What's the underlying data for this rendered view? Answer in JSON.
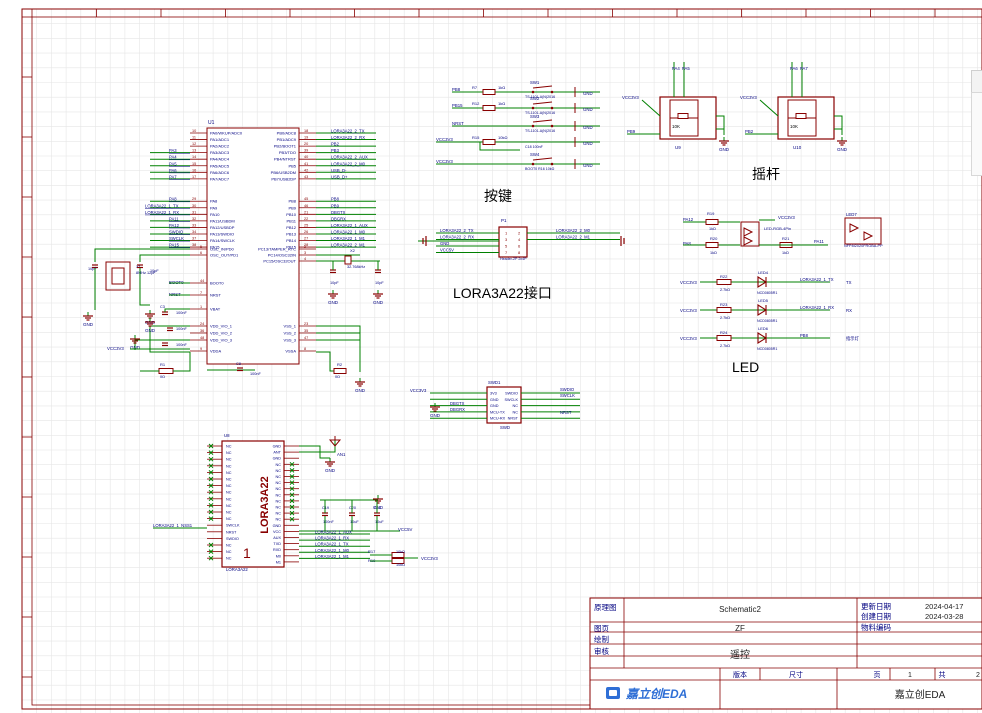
{
  "colors": {
    "wire": "#008000",
    "pin": "#880000",
    "part": "#880000",
    "label": "#000080",
    "text": "#000080",
    "frame": "#880000",
    "grid": "#e6e6e6"
  },
  "sections": {
    "buttons": "按键",
    "joystick": "摇杆",
    "interface": "LORA3A22接口",
    "led": "LED"
  },
  "mcu": {
    "ref": "U1",
    "left_pins": [
      {
        "n": "10",
        "name": "PA0/WKUP/ADC0"
      },
      {
        "n": "11",
        "name": "PA1/ADC1"
      },
      {
        "n": "12",
        "name": "PA2/ADC2"
      },
      {
        "n": "13",
        "name": "PA3/ADC3"
      },
      {
        "n": "14",
        "name": "PA4/ADC4"
      },
      {
        "n": "15",
        "name": "PA5/ADC5"
      },
      {
        "n": "16",
        "name": "PA6/ADC6"
      },
      {
        "n": "17",
        "name": "PA7/ADC7"
      },
      {
        "n": "29",
        "name": "PA8"
      },
      {
        "n": "30",
        "name": "PA9"
      },
      {
        "n": "31",
        "name": "PA10"
      },
      {
        "n": "32",
        "name": "PA11/USBDM"
      },
      {
        "n": "33",
        "name": "PA12/USBDP"
      },
      {
        "n": "34",
        "name": "PA13/SWDIO"
      },
      {
        "n": "37",
        "name": "PA14/SWCLK"
      },
      {
        "n": "38",
        "name": "PA15"
      }
    ],
    "right_pins": [
      {
        "n": "18",
        "name": "PB0/ADC8"
      },
      {
        "n": "19",
        "name": "PB1/ADC9"
      },
      {
        "n": "20",
        "name": "PB2/BOOT1"
      },
      {
        "n": "39",
        "name": "PB3/TDO"
      },
      {
        "n": "40",
        "name": "PB4/NTRST"
      },
      {
        "n": "41",
        "name": "PB5"
      },
      {
        "n": "42",
        "name": "PB6/USB2DM"
      },
      {
        "n": "43",
        "name": "PB7/USB2DP"
      },
      {
        "n": "45",
        "name": "PB8"
      },
      {
        "n": "46",
        "name": "PB9"
      },
      {
        "n": "21",
        "name": "PB10"
      },
      {
        "n": "22",
        "name": "PB11"
      },
      {
        "n": "25",
        "name": "PB12"
      },
      {
        "n": "26",
        "name": "PB13"
      },
      {
        "n": "27",
        "name": "PB14"
      },
      {
        "n": "28",
        "name": "PB15"
      }
    ],
    "lower_left": [
      {
        "n": "5",
        "name": "OSC_IN/PD0"
      },
      {
        "n": "6",
        "name": "OSC_OUT/PD1"
      },
      {
        "n": "44",
        "name": "BOOT0"
      },
      {
        "n": "7",
        "name": "NRST"
      },
      {
        "n": "1",
        "name": "VBAT"
      },
      {
        "n": "24",
        "name": "VDD_VIO_1"
      },
      {
        "n": "36",
        "name": "VDD_VIO_2"
      },
      {
        "n": "48",
        "name": "VDD_VIO_3"
      },
      {
        "n": "9",
        "name": "VDDA"
      }
    ],
    "lower_right": [
      {
        "n": "2",
        "name": "PC13/TAMPER_RTC"
      },
      {
        "n": "3",
        "name": "PC14/OSC32IN"
      },
      {
        "n": "4",
        "name": "PC15/OSC32OUT"
      },
      {
        "n": "23",
        "name": "VSS_1"
      },
      {
        "n": "35",
        "name": "VSS_2"
      },
      {
        "n": "47",
        "name": "VSS_3"
      },
      {
        "n": "8",
        "name": "VSSA"
      }
    ],
    "left_nets": [
      "",
      "",
      "",
      "PA3",
      "PA4",
      "PA5",
      "PA6",
      "PA7",
      "PA8",
      "LORA3A22_1_TX",
      "LORA3A22_1_RX",
      "PA11",
      "PA12",
      "SWDIO",
      "SWCLK",
      "PA15"
    ],
    "right_nets": [
      "LORA3A22_2_TX",
      "LORA3A22_2_RX",
      "PB2",
      "PB3",
      "LORA3A22_2_AUX",
      "LORA3A22_2_M0",
      "USB_D-",
      "USB_D+",
      "PB8",
      "PB9",
      "DBGTX",
      "DBGRX",
      "LORA3A22_1_AUX",
      "LORA3A22_1_M0",
      "LORA3A22_1_M1",
      "LORA3A22_2_M1"
    ],
    "misc_labels": [
      "BOOT0",
      "NRST",
      "VCC3V3",
      "GND",
      "X1",
      "8MHz",
      "X2",
      "32.768kHz",
      "C1",
      "C2",
      "C3",
      "C4",
      "C5",
      "C6",
      "C7",
      "C8",
      "R1",
      "R2",
      "10pF",
      "100nF",
      "1uF",
      "GND"
    ]
  },
  "buttons": {
    "rows": [
      {
        "net": "PB8",
        "r": "R7",
        "rv": "1kΩ",
        "sw": "SW1",
        "part": "TS-1101-A(N)2016"
      },
      {
        "net": "PB15",
        "r": "R12",
        "rv": "1kΩ",
        "sw": "SW2",
        "part": "TS-1101-A(N)2016"
      },
      {
        "net": "NRST",
        "r": "",
        "rv": "",
        "sw": "SW3",
        "part": "TS-1101-A(N)2016"
      },
      {
        "net": "VCC3V3",
        "r": "R15",
        "rv": "10kΩ",
        "sw": "",
        "part": "C18 100nF"
      },
      {
        "net": "VCC3V3",
        "r": "",
        "rv": "",
        "sw": "SW4",
        "part": "BOOT0 R16 10kΩ"
      }
    ],
    "gnd": "GND"
  },
  "joysticks": [
    {
      "ref": "U9",
      "nets": [
        "PA4",
        "PA5"
      ],
      "vcc": "VCC3V3",
      "net2": "PB9",
      "value": "10K",
      "gnd": "GND"
    },
    {
      "ref": "U10",
      "nets": [
        "PA6",
        "PA7"
      ],
      "vcc": "VCC3V3",
      "net2": "PB2",
      "value": "10K",
      "gnd": "GND"
    }
  ],
  "header": {
    "ref": "P1",
    "part": "Header-2P 2x4P",
    "left_nets": [
      "LORA3A22_2_TX",
      "LORA3A22_2_RX",
      "GND",
      "VCC5V"
    ],
    "right_nets": [
      "LORA3A22_2_M0",
      "LORA3A22_2_M1"
    ],
    "pins_left": [
      "1",
      "3",
      "5",
      "7"
    ],
    "pins_right": [
      "2",
      "4",
      "6",
      "8"
    ]
  },
  "leds": {
    "rgb": {
      "r1": "R19",
      "rv1": "1kΩ",
      "r2": "R20",
      "rv2": "1kΩ",
      "r3": "R21",
      "rv3": "1kΩ",
      "led": "LED-RGB-4Pin",
      "net1": "PA12",
      "net2": "PA8",
      "net3": "PA11",
      "vcc": "VCC3V3"
    },
    "led7": {
      "ref": "LED7",
      "part": "NFP8I2020FRGBA-PP"
    },
    "status": [
      {
        "vcc": "VCC3V3",
        "r": "R22",
        "rv": "2.7kΩ",
        "led": "LED4",
        "part": "NCD0805R1",
        "net": "LORA3A22_1_TX",
        "label": "TX"
      },
      {
        "vcc": "VCC3V3",
        "r": "R23",
        "rv": "2.7kΩ",
        "led": "LED5",
        "part": "NCD0805R1",
        "net": "LORA3A22_1_RX",
        "label": "RX"
      },
      {
        "vcc": "VCC3V3",
        "r": "R24",
        "rv": "2.7kΩ",
        "led": "LED6",
        "part": "NCD0805R1",
        "net": "PB8",
        "label": "指示灯"
      }
    ]
  },
  "swd": {
    "ref": "SWD1",
    "pins": [
      "3V3",
      "GND",
      "GND",
      "MCU-TX",
      "MCU-RX"
    ],
    "right": [
      "SWDIO",
      "SWCLK",
      "NC",
      "NC",
      "NRST"
    ],
    "nets": [
      "SWDIO",
      "SWCLK",
      "NRST"
    ],
    "left_nets": [
      "VCC3V3",
      "DBGTX",
      "DBGRX"
    ],
    "label": "SWD"
  },
  "lora": {
    "ref": "U8",
    "title": "LORA3A22",
    "part": "LORA3A22",
    "index": "1",
    "left": [
      "NC",
      "NC",
      "NC",
      "NC",
      "NC",
      "NC",
      "NC",
      "NC",
      "NC",
      "NC",
      "NC",
      "NC",
      "SWCLK",
      "NRST",
      "SWDIO",
      "NC",
      "NC",
      "NC"
    ],
    "right": [
      "GND",
      "ANT",
      "GND",
      "NC",
      "NC",
      "NC",
      "NC",
      "NC",
      "NC",
      "NC",
      "NC",
      "NC",
      "NC",
      "GND",
      "VCC",
      "AUX",
      "TXD",
      "RXD",
      "M0",
      "M1"
    ],
    "nets": [
      "LORA3A22_1_AUX",
      "LORA3A22_1_RX",
      "LORA3A22_1_TX",
      "LORA3A22_1_M0",
      "LORA3A22_1_M1"
    ],
    "nss": "LORA3A22_1_NSS1",
    "vcc": "VCC5V",
    "vcc2": "VCC3V3",
    "ant": "AN1",
    "caps": [
      "C19",
      "C20",
      "C21"
    ],
    "capv": [
      "100nF",
      "10uF",
      "10uF"
    ],
    "res": [
      "R17",
      "R18"
    ],
    "resv": [
      "10kΩ",
      "10kΩ"
    ]
  },
  "title_block": {
    "rows": [
      {
        "label": "原理图",
        "value": "Schematic2",
        "label2": "更新日期",
        "value2": "2024-04-17"
      },
      {
        "label": "",
        "value": "",
        "label2": "创建日期",
        "value2": "2024-03-28"
      },
      {
        "label": "图页",
        "value": "ZF",
        "label2": "物料编码",
        "value2": ""
      },
      {
        "label": "绘制",
        "value": "",
        "label2": "",
        "value2": ""
      },
      {
        "label": "审核",
        "value": "",
        "label2": "",
        "value2": ""
      },
      {
        "label": "",
        "value": "遥控",
        "label2": "",
        "value2": ""
      }
    ],
    "footer": {
      "version": "版本",
      "size": "尺寸",
      "page": "页",
      "page_num": "1",
      "total": "共",
      "total_num": "2"
    },
    "company": "嘉立创EDA",
    "logo": "嘉立创EDA"
  }
}
